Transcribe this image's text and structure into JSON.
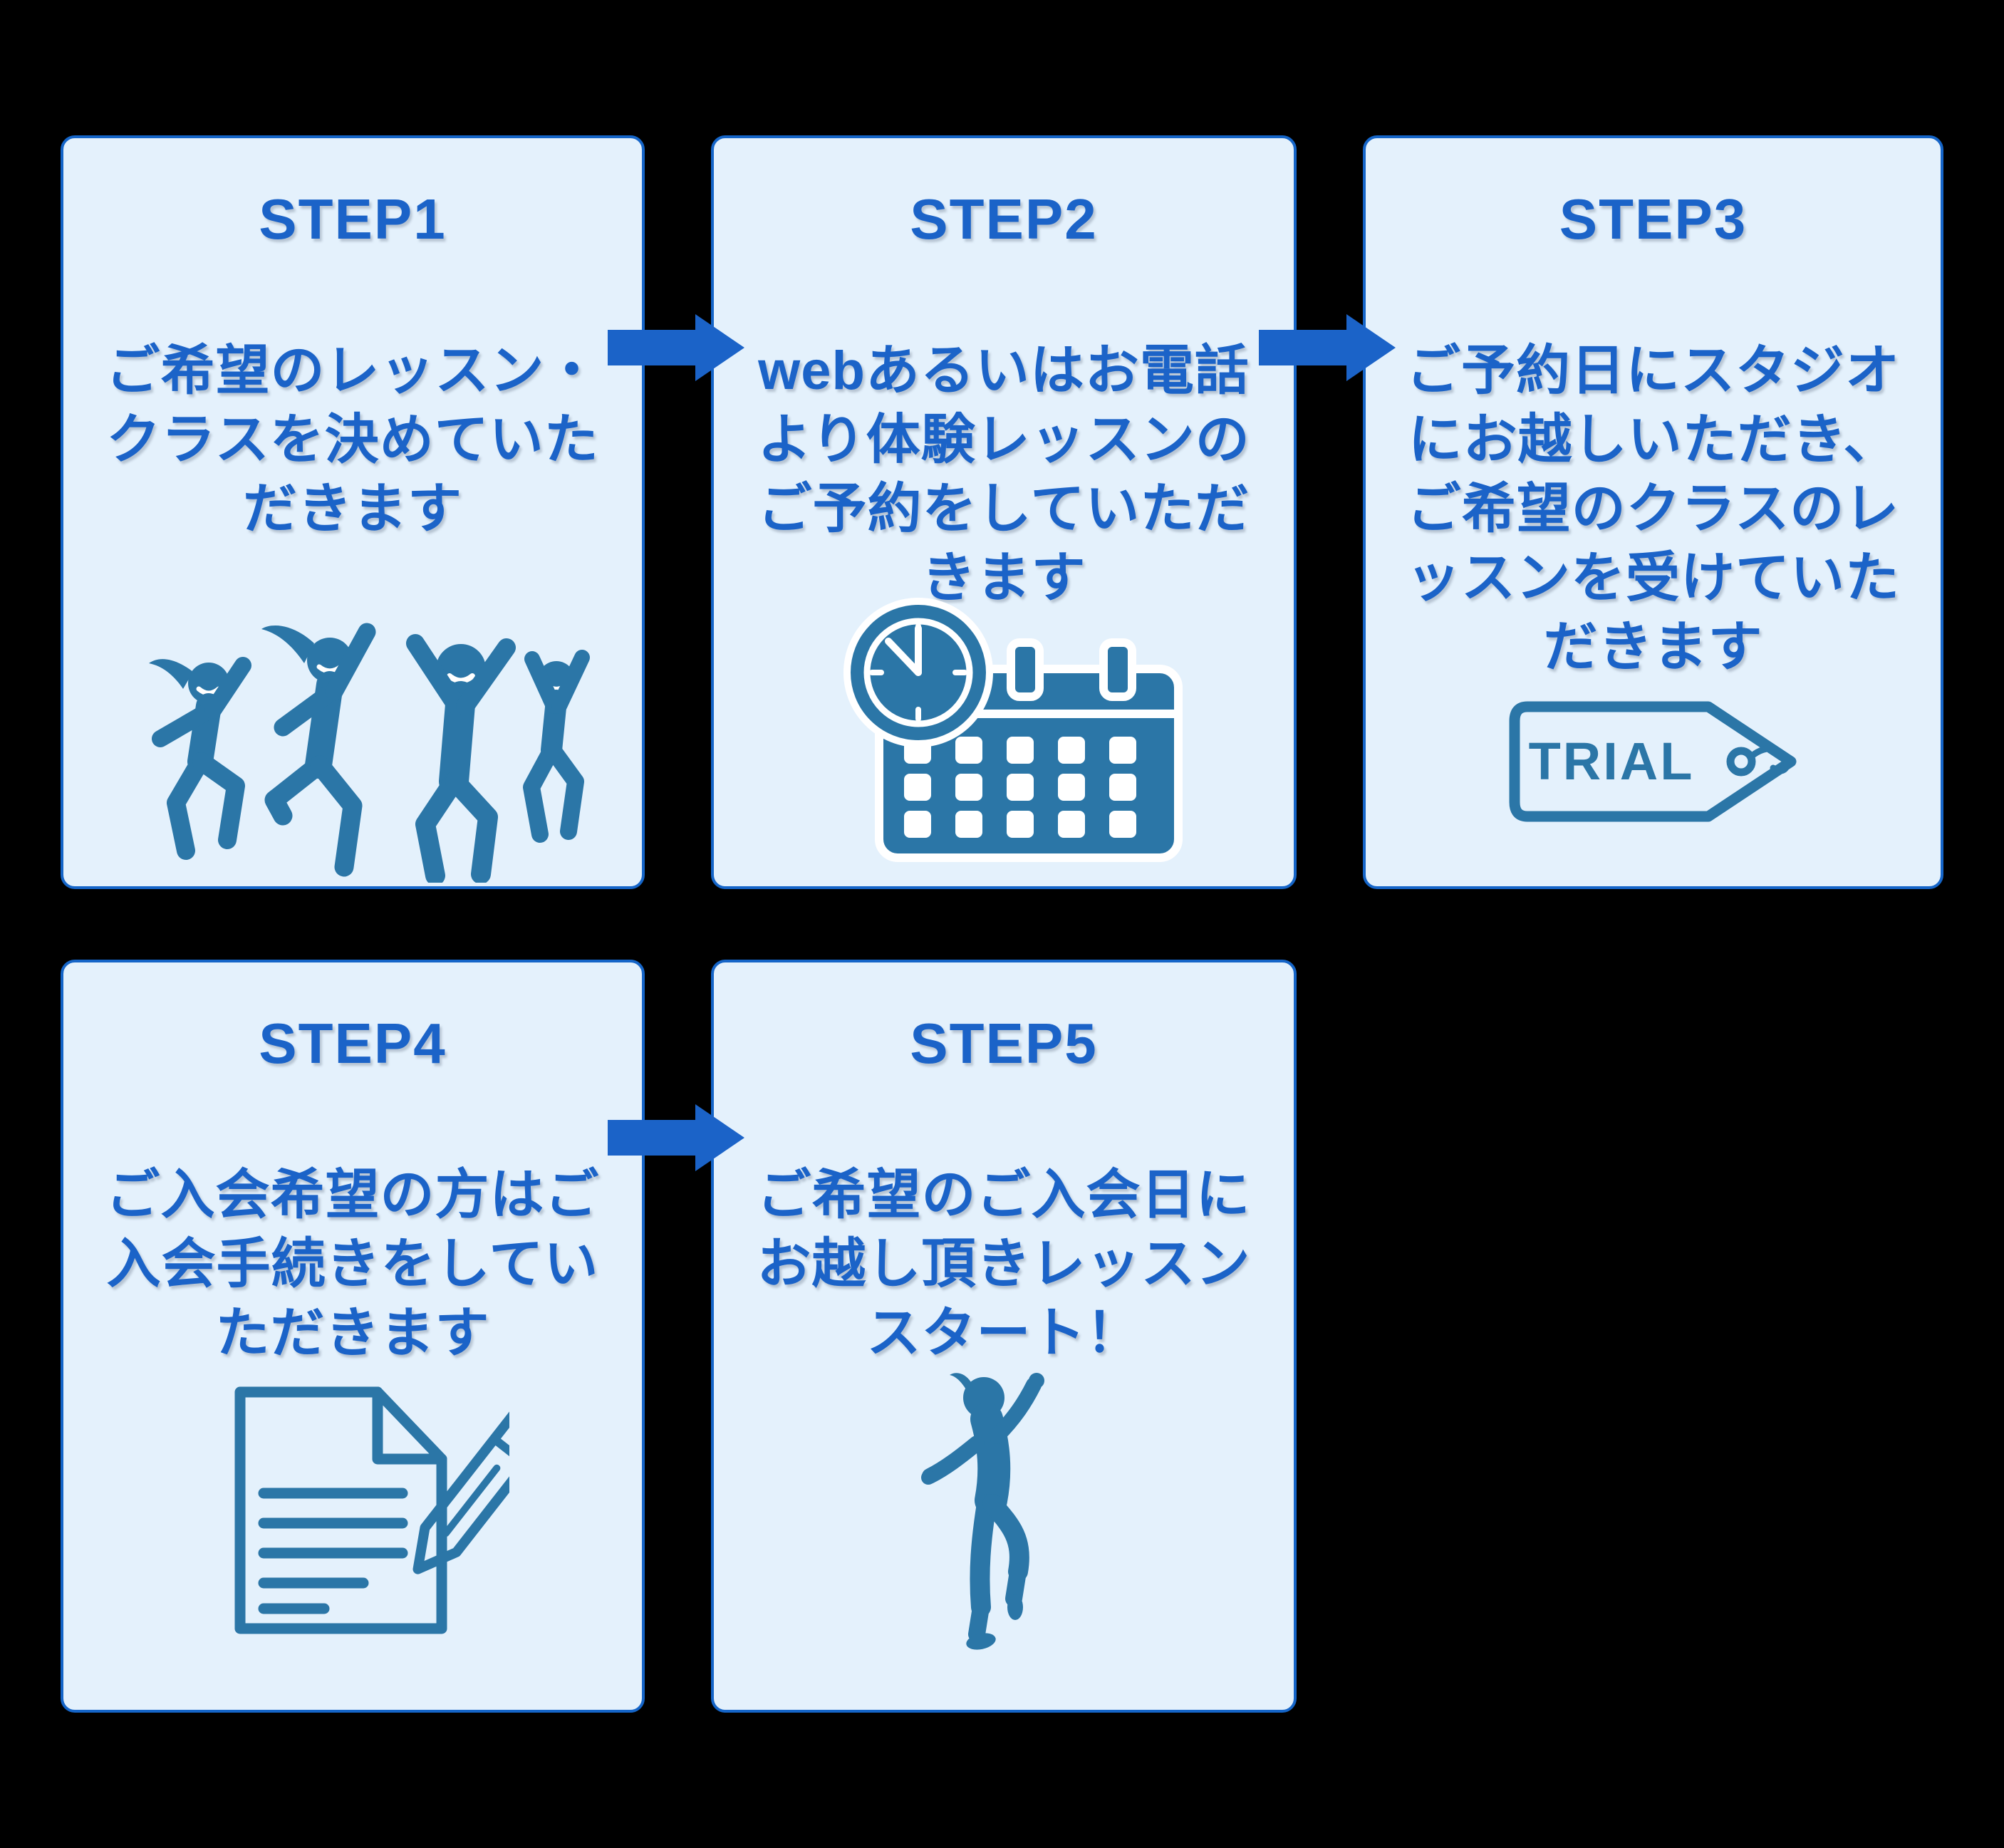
{
  "colors": {
    "page_bg": "#000000",
    "card_bg": "#e4f1fc",
    "card_border": "#1565c8",
    "text_blue": "#1b63c8",
    "icon_teal": "#2b76a7",
    "arrow_blue": "#1b63c8"
  },
  "steps": [
    {
      "title": "STEP1",
      "lines": [
        "ご希望のレッスン・",
        "クラスを決めていた",
        "だきます"
      ],
      "icon": "dancing-people-icon"
    },
    {
      "title": "STEP2",
      "lines": [
        "webあるいはお電話",
        "より体験レッスンの",
        "ご予約をしていただ",
        "きます"
      ],
      "icon": "clock-calendar-icon"
    },
    {
      "title": "STEP3",
      "lines": [
        "ご予約日にスタジオ",
        "にお越しいただき、",
        "ご希望のクラスのレ",
        "ッスンを受けていた",
        "だきます"
      ],
      "icon": "trial-tag-icon",
      "tag_label": "TRIAL"
    },
    {
      "title": "STEP4",
      "lines": [
        "ご入会希望の方はご",
        "入会手続きをしてい",
        "ただきます"
      ],
      "icon": "document-pencil-icon"
    },
    {
      "title": "STEP5",
      "lines": [
        "ご希望のご入会日に",
        "お越し頂きレッスン",
        "スタート！"
      ],
      "icon": "dancing-silhouette-icon"
    }
  ]
}
